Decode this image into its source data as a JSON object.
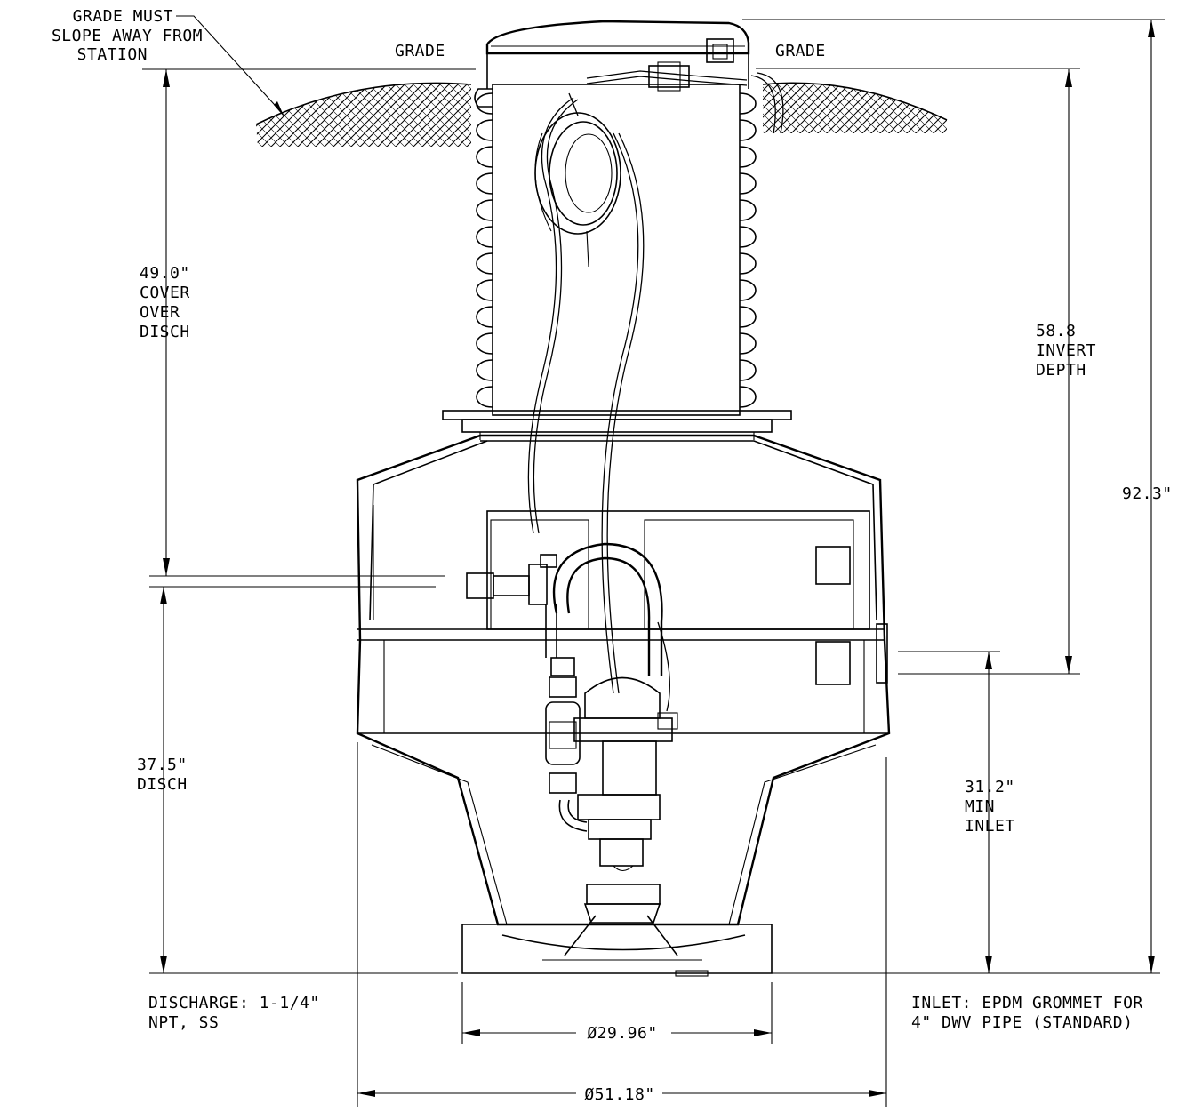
{
  "labels": {
    "grade_note": [
      "GRADE MUST",
      "SLOPE AWAY FROM",
      "STATION"
    ],
    "grade_left": "GRADE",
    "grade_right": "GRADE",
    "cover_over_disch": [
      "49.0\"",
      "COVER",
      "OVER",
      "DISCH"
    ],
    "disch_height": [
      "37.5\"",
      "DISCH"
    ],
    "invert_depth": [
      "58.8",
      "INVERT",
      "DEPTH"
    ],
    "overall_height": "92.3\"",
    "min_inlet": [
      "31.2\"",
      "MIN",
      "INLET"
    ],
    "discharge_spec": [
      "DISCHARGE: 1-1/4\"",
      "NPT, SS"
    ],
    "inlet_spec": [
      "INLET: EPDM GROMMET FOR",
      "4\" DWV PIPE (STANDARD)"
    ],
    "base_diameter": "Ø29.96\"",
    "tank_diameter": "Ø51.18\""
  }
}
